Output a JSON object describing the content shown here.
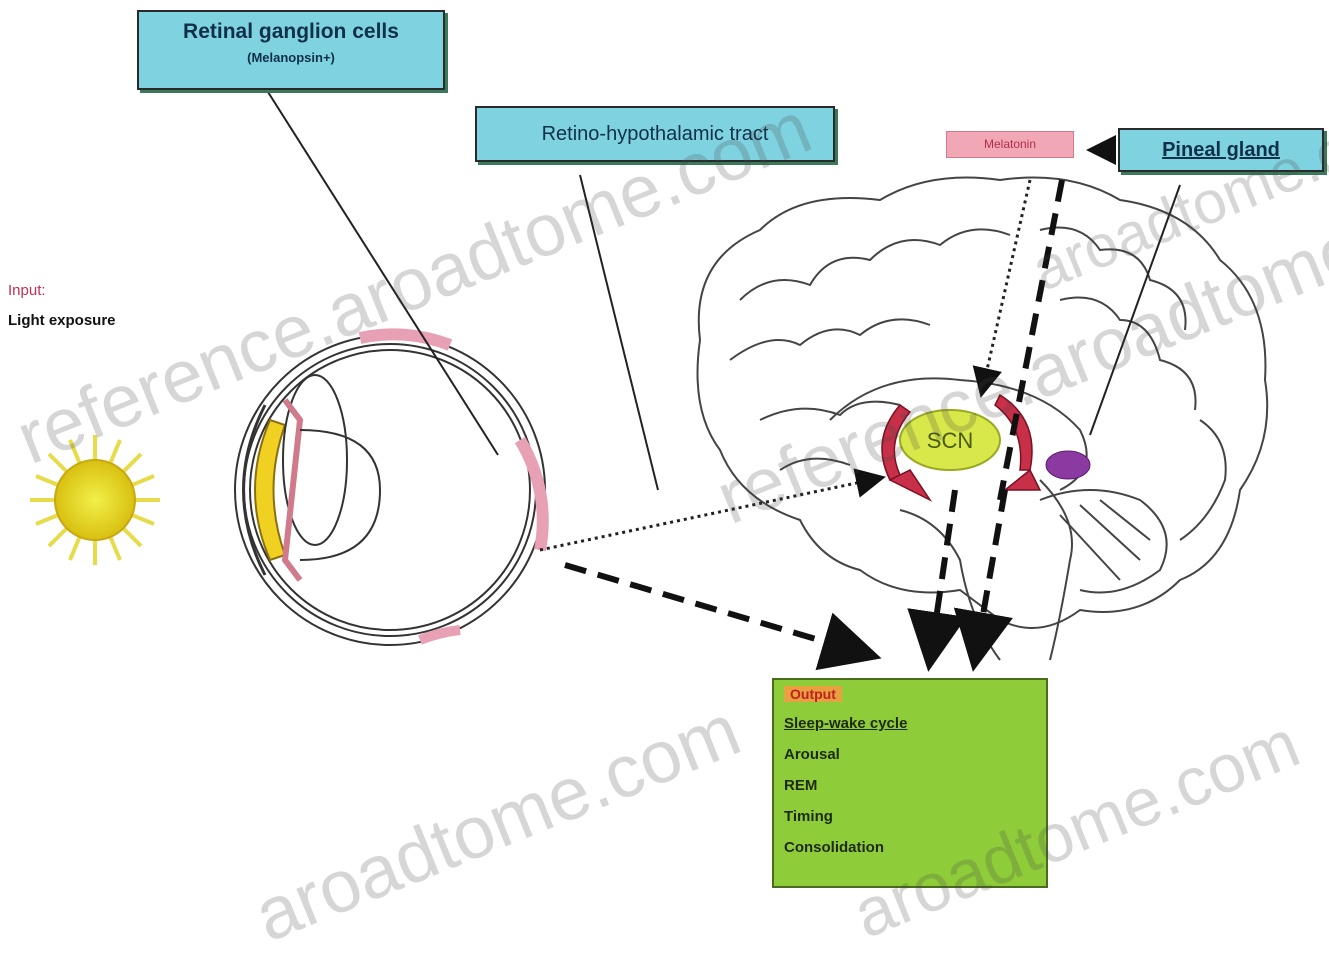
{
  "labels": {
    "retinal_ganglion_title": "Retinal ganglion cells",
    "retinal_ganglion_sub": "(Melanopsin+)",
    "retinohypothalamic": "Retino-hypothalamic tract",
    "melatonin": "Melatonin",
    "pineal": "Pineal gland",
    "scn": "SCN",
    "input_label": "Input:",
    "light_exposure": "Light exposure"
  },
  "output": {
    "header": "Output",
    "items": [
      "Sleep-wake cycle",
      "Arousal",
      "REM",
      "Timing",
      "Consolidation"
    ]
  },
  "watermarks": [
    "reference.aroadtome.com",
    "reference.aroadtome.com",
    "aroadtome.com",
    "aroadtome.com",
    "aroadtome.com"
  ],
  "colors": {
    "box_fill": "#7fd3e0",
    "output_fill": "#8fcc3a",
    "scn_fill": "#d8e84a",
    "sun_fill": "#e8e020",
    "arrow_red": "#c8304a"
  }
}
